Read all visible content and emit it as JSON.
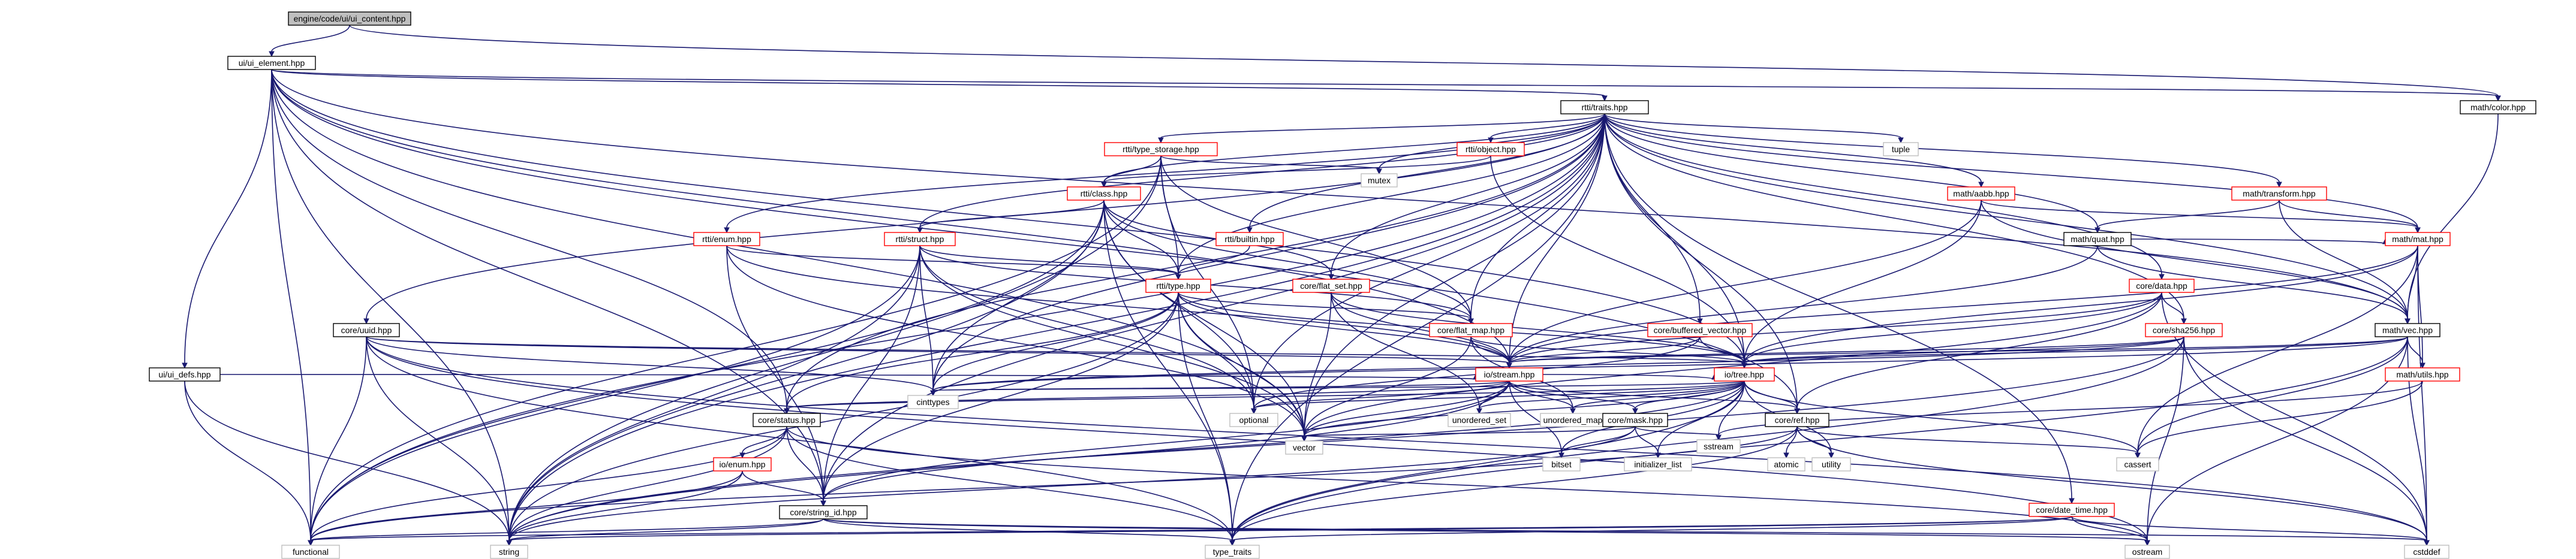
{
  "nodes": [
    {
      "id": "root",
      "label": "engine/code/ui/ui_content.hpp",
      "kind": "root"
    },
    {
      "id": "ui_element",
      "label": "ui/ui_element.hpp",
      "kind": "box"
    },
    {
      "id": "traits",
      "label": "rtti/traits.hpp",
      "kind": "box"
    },
    {
      "id": "color",
      "label": "math/color.hpp",
      "kind": "box"
    },
    {
      "id": "type_storage",
      "label": "rtti/type_storage.hpp",
      "kind": "red"
    },
    {
      "id": "object",
      "label": "rtti/object.hpp",
      "kind": "red"
    },
    {
      "id": "tuple",
      "label": "tuple",
      "kind": "std"
    },
    {
      "id": "transform",
      "label": "math/transform.hpp",
      "kind": "red"
    },
    {
      "id": "mutex",
      "label": "mutex",
      "kind": "std"
    },
    {
      "id": "class",
      "label": "rtti/class.hpp",
      "kind": "red"
    },
    {
      "id": "aabb",
      "label": "math/aabb.hpp",
      "kind": "red"
    },
    {
      "id": "quat",
      "label": "math/quat.hpp",
      "kind": "box"
    },
    {
      "id": "mat",
      "label": "math/mat.hpp",
      "kind": "red"
    },
    {
      "id": "builtin",
      "label": "rtti/builtin.hpp",
      "kind": "red"
    },
    {
      "id": "enum",
      "label": "rtti/enum.hpp",
      "kind": "red"
    },
    {
      "id": "struct",
      "label": "rtti/struct.hpp",
      "kind": "red"
    },
    {
      "id": "flat_set",
      "label": "core/flat_set.hpp",
      "kind": "red"
    },
    {
      "id": "data",
      "label": "core/data.hpp",
      "kind": "red"
    },
    {
      "id": "type",
      "label": "rtti/type.hpp",
      "kind": "red"
    },
    {
      "id": "sha256",
      "label": "core/sha256.hpp",
      "kind": "red"
    },
    {
      "id": "uuid",
      "label": "core/uuid.hpp",
      "kind": "box"
    },
    {
      "id": "flat_map",
      "label": "core/flat_map.hpp",
      "kind": "red"
    },
    {
      "id": "buffered_vector",
      "label": "core/buffered_vector.hpp",
      "kind": "red"
    },
    {
      "id": "vec",
      "label": "math/vec.hpp",
      "kind": "box"
    },
    {
      "id": "ui_defs",
      "label": "ui/ui_defs.hpp",
      "kind": "box"
    },
    {
      "id": "io_stream",
      "label": "io/stream.hpp",
      "kind": "red"
    },
    {
      "id": "io_tree",
      "label": "io/tree.hpp",
      "kind": "red"
    },
    {
      "id": "math_utils",
      "label": "math/utils.hpp",
      "kind": "red"
    },
    {
      "id": "cinttypes",
      "label": "cinttypes",
      "kind": "std"
    },
    {
      "id": "optional",
      "label": "optional",
      "kind": "std"
    },
    {
      "id": "unordered_set",
      "label": "unordered_set",
      "kind": "std"
    },
    {
      "id": "unordered_map",
      "label": "unordered_map",
      "kind": "std"
    },
    {
      "id": "core_status",
      "label": "core/status.hpp",
      "kind": "box"
    },
    {
      "id": "core_ref",
      "label": "core/ref.hpp",
      "kind": "box"
    },
    {
      "id": "core_mask",
      "label": "core/mask.hpp",
      "kind": "box"
    },
    {
      "id": "bitset",
      "label": "bitset",
      "kind": "std"
    },
    {
      "id": "vector",
      "label": "vector",
      "kind": "std"
    },
    {
      "id": "io_enum",
      "label": "io/enum.hpp",
      "kind": "red"
    },
    {
      "id": "atomic",
      "label": "atomic",
      "kind": "std"
    },
    {
      "id": "utility",
      "label": "utility",
      "kind": "std"
    },
    {
      "id": "initializer_list",
      "label": "initializer_list",
      "kind": "std"
    },
    {
      "id": "sstream",
      "label": "sstream",
      "kind": "std"
    },
    {
      "id": "cassert",
      "label": "cassert",
      "kind": "std"
    },
    {
      "id": "string_id",
      "label": "core/string_id.hpp",
      "kind": "box"
    },
    {
      "id": "date_time",
      "label": "core/date_time.hpp",
      "kind": "red"
    },
    {
      "id": "functional",
      "label": "functional",
      "kind": "std"
    },
    {
      "id": "string",
      "label": "string",
      "kind": "std"
    },
    {
      "id": "type_traits",
      "label": "type_traits",
      "kind": "std"
    },
    {
      "id": "ostream",
      "label": "ostream",
      "kind": "std"
    },
    {
      "id": "cstddef",
      "label": "cstddef",
      "kind": "std"
    }
  ],
  "edges": [
    [
      "root",
      "ui_element"
    ],
    [
      "root",
      "color"
    ],
    [
      "ui_element",
      "traits"
    ],
    [
      "ui_element",
      "color"
    ],
    [
      "ui_element",
      "ui_defs"
    ],
    [
      "ui_element",
      "core_ref"
    ],
    [
      "ui_element",
      "io_tree"
    ],
    [
      "ui_element",
      "vec"
    ],
    [
      "ui_element",
      "functional"
    ],
    [
      "ui_element",
      "string"
    ],
    [
      "ui_element",
      "string_id"
    ],
    [
      "ui_element",
      "core_status"
    ],
    [
      "ui_element",
      "io_stream"
    ],
    [
      "ui_element",
      "vector"
    ],
    [
      "traits",
      "type_storage"
    ],
    [
      "traits",
      "object"
    ],
    [
      "traits",
      "tuple"
    ],
    [
      "traits",
      "transform"
    ],
    [
      "traits",
      "mutex"
    ],
    [
      "traits",
      "class"
    ],
    [
      "traits",
      "aabb"
    ],
    [
      "traits",
      "quat"
    ],
    [
      "traits",
      "mat"
    ],
    [
      "traits",
      "builtin"
    ],
    [
      "traits",
      "enum"
    ],
    [
      "traits",
      "struct"
    ],
    [
      "traits",
      "flat_set"
    ],
    [
      "traits",
      "data"
    ],
    [
      "traits",
      "type"
    ],
    [
      "traits",
      "sha256"
    ],
    [
      "traits",
      "uuid"
    ],
    [
      "traits",
      "flat_map"
    ],
    [
      "traits",
      "buffered_vector"
    ],
    [
      "traits",
      "vec"
    ],
    [
      "traits",
      "io_stream"
    ],
    [
      "traits",
      "io_tree"
    ],
    [
      "traits",
      "core_ref"
    ],
    [
      "traits",
      "string_id"
    ],
    [
      "traits",
      "date_time"
    ],
    [
      "traits",
      "string"
    ],
    [
      "traits",
      "functional"
    ],
    [
      "traits",
      "type_traits"
    ],
    [
      "traits",
      "cinttypes"
    ],
    [
      "traits",
      "optional"
    ],
    [
      "traits",
      "vector"
    ],
    [
      "traits",
      "core_status"
    ],
    [
      "color",
      "vec"
    ],
    [
      "type_storage",
      "mutex"
    ],
    [
      "type_storage",
      "class"
    ],
    [
      "type_storage",
      "type"
    ],
    [
      "type_storage",
      "flat_map"
    ],
    [
      "type_storage",
      "string"
    ],
    [
      "type_storage",
      "optional"
    ],
    [
      "type_storage",
      "functional"
    ],
    [
      "object",
      "class"
    ],
    [
      "object",
      "io_tree"
    ],
    [
      "transform",
      "quat"
    ],
    [
      "transform",
      "mat"
    ],
    [
      "transform",
      "vec"
    ],
    [
      "class",
      "struct"
    ],
    [
      "class",
      "type"
    ],
    [
      "class",
      "flat_set"
    ],
    [
      "class",
      "flat_map"
    ],
    [
      "class",
      "cinttypes"
    ],
    [
      "class",
      "string"
    ],
    [
      "class",
      "vector"
    ],
    [
      "class",
      "functional"
    ],
    [
      "class",
      "type_traits"
    ],
    [
      "class",
      "optional"
    ],
    [
      "aabb",
      "vec"
    ],
    [
      "aabb",
      "mat"
    ],
    [
      "aabb",
      "io_stream"
    ],
    [
      "aabb",
      "io_tree"
    ],
    [
      "quat",
      "vec"
    ],
    [
      "quat",
      "mat"
    ],
    [
      "quat",
      "io_stream"
    ],
    [
      "mat",
      "vec"
    ],
    [
      "mat",
      "math_utils"
    ],
    [
      "mat",
      "io_stream"
    ],
    [
      "mat",
      "io_tree"
    ],
    [
      "mat",
      "cassert"
    ],
    [
      "mat",
      "cstddef"
    ],
    [
      "builtin",
      "type"
    ],
    [
      "enum",
      "type"
    ],
    [
      "enum",
      "io_stream"
    ],
    [
      "enum",
      "vector"
    ],
    [
      "enum",
      "string_id"
    ],
    [
      "struct",
      "type"
    ],
    [
      "struct",
      "flat_map"
    ],
    [
      "struct",
      "string_id"
    ],
    [
      "struct",
      "functional"
    ],
    [
      "struct",
      "cinttypes"
    ],
    [
      "struct",
      "vector"
    ],
    [
      "struct",
      "string"
    ],
    [
      "struct",
      "optional"
    ],
    [
      "flat_set",
      "io_stream"
    ],
    [
      "flat_set",
      "io_tree"
    ],
    [
      "flat_set",
      "vector"
    ],
    [
      "flat_set",
      "unordered_set"
    ],
    [
      "data",
      "sha256"
    ],
    [
      "data",
      "io_stream"
    ],
    [
      "data",
      "io_tree"
    ],
    [
      "data",
      "core_ref"
    ],
    [
      "data",
      "cstddef"
    ],
    [
      "data",
      "vector"
    ],
    [
      "type",
      "flat_map"
    ],
    [
      "type",
      "io_stream"
    ],
    [
      "type",
      "io_tree"
    ],
    [
      "type",
      "core_status"
    ],
    [
      "type",
      "string_id"
    ],
    [
      "type",
      "cinttypes"
    ],
    [
      "type",
      "optional"
    ],
    [
      "type",
      "vector"
    ],
    [
      "type",
      "type_traits"
    ],
    [
      "type",
      "string"
    ],
    [
      "sha256",
      "io_stream"
    ],
    [
      "sha256",
      "io_tree"
    ],
    [
      "sha256",
      "string"
    ],
    [
      "sha256",
      "cstddef"
    ],
    [
      "sha256",
      "ostream"
    ],
    [
      "sha256",
      "type_traits"
    ],
    [
      "sha256",
      "cinttypes"
    ],
    [
      "uuid",
      "io_stream"
    ],
    [
      "uuid",
      "io_tree"
    ],
    [
      "uuid",
      "string"
    ],
    [
      "uuid",
      "functional"
    ],
    [
      "uuid",
      "cinttypes"
    ],
    [
      "uuid",
      "ostream"
    ],
    [
      "uuid",
      "type_traits"
    ],
    [
      "uuid",
      "cstddef"
    ],
    [
      "flat_map",
      "io_stream"
    ],
    [
      "flat_map",
      "io_tree"
    ],
    [
      "flat_map",
      "unordered_map"
    ],
    [
      "flat_map",
      "vector"
    ],
    [
      "buffered_vector",
      "io_stream"
    ],
    [
      "buffered_vector",
      "io_tree"
    ],
    [
      "buffered_vector",
      "optional"
    ],
    [
      "vec",
      "math_utils"
    ],
    [
      "vec",
      "io_stream"
    ],
    [
      "vec",
      "io_tree"
    ],
    [
      "vec",
      "cassert"
    ],
    [
      "vec",
      "cstddef"
    ],
    [
      "vec",
      "type_traits"
    ],
    [
      "vec",
      "ostream"
    ],
    [
      "vec",
      "cinttypes"
    ],
    [
      "ui_defs",
      "io_stream"
    ],
    [
      "ui_defs",
      "functional"
    ],
    [
      "ui_defs",
      "string"
    ],
    [
      "io_stream",
      "io_tree"
    ],
    [
      "io_stream",
      "cinttypes"
    ],
    [
      "io_stream",
      "optional"
    ],
    [
      "io_stream",
      "unordered_set"
    ],
    [
      "io_stream",
      "unordered_map"
    ],
    [
      "io_stream",
      "core_mask"
    ],
    [
      "io_stream",
      "core_ref"
    ],
    [
      "io_stream",
      "core_status"
    ],
    [
      "io_stream",
      "vector"
    ],
    [
      "io_stream",
      "string_id"
    ],
    [
      "io_stream",
      "string"
    ],
    [
      "io_stream",
      "bitset"
    ],
    [
      "io_tree",
      "cinttypes"
    ],
    [
      "io_tree",
      "optional"
    ],
    [
      "io_tree",
      "unordered_set"
    ],
    [
      "io_tree",
      "unordered_map"
    ],
    [
      "io_tree",
      "core_mask"
    ],
    [
      "io_tree",
      "core_ref"
    ],
    [
      "io_tree",
      "vector"
    ],
    [
      "io_tree",
      "string_id"
    ],
    [
      "io_tree",
      "type_traits"
    ],
    [
      "io_tree",
      "initializer_list"
    ],
    [
      "io_tree",
      "cassert"
    ],
    [
      "io_tree",
      "sstream"
    ],
    [
      "io_tree",
      "utility"
    ],
    [
      "io_tree",
      "bitset"
    ],
    [
      "io_tree",
      "core_status"
    ],
    [
      "math_utils",
      "cassert"
    ],
    [
      "math_utils",
      "sstream"
    ],
    [
      "core_status",
      "io_enum"
    ],
    [
      "core_status",
      "string_id"
    ],
    [
      "core_status",
      "string"
    ],
    [
      "core_status",
      "functional"
    ],
    [
      "core_status",
      "type_traits"
    ],
    [
      "core_status",
      "ostream"
    ],
    [
      "core_ref",
      "atomic"
    ],
    [
      "core_ref",
      "utility"
    ],
    [
      "core_ref",
      "cassert"
    ],
    [
      "core_ref",
      "type_traits"
    ],
    [
      "core_ref",
      "cstddef"
    ],
    [
      "core_ref",
      "functional"
    ],
    [
      "core_mask",
      "bitset"
    ],
    [
      "core_mask",
      "initializer_list"
    ],
    [
      "core_mask",
      "sstream"
    ],
    [
      "core_mask",
      "vector"
    ],
    [
      "core_mask",
      "string"
    ],
    [
      "io_enum",
      "string_id"
    ],
    [
      "io_enum",
      "string"
    ],
    [
      "io_enum",
      "functional"
    ],
    [
      "string_id",
      "string"
    ],
    [
      "string_id",
      "functional"
    ],
    [
      "string_id",
      "ostream"
    ],
    [
      "string_id",
      "cstddef"
    ],
    [
      "string_id",
      "type_traits"
    ],
    [
      "date_time",
      "string"
    ],
    [
      "date_time",
      "functional"
    ],
    [
      "date_time",
      "ostream"
    ],
    [
      "date_time",
      "type_traits"
    ],
    [
      "date_time",
      "cstddef"
    ],
    [
      "date_time",
      "date_time"
    ]
  ]
}
